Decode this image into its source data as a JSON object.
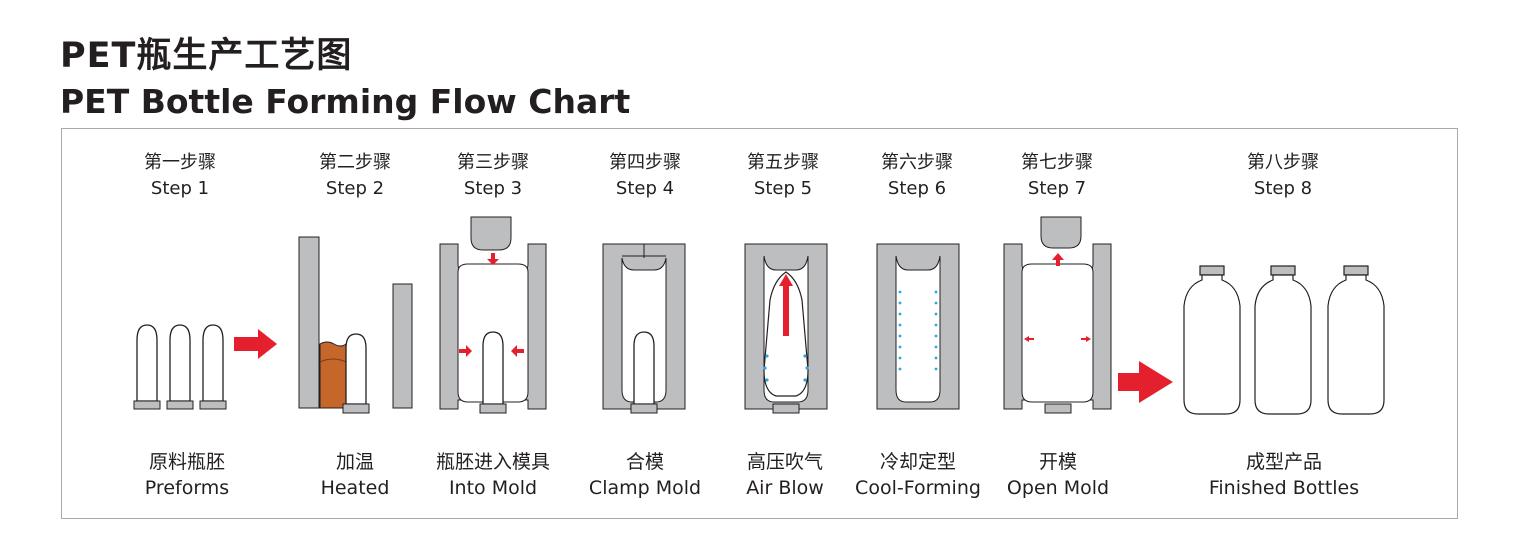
{
  "title": {
    "cn": "PET瓶生产工艺图",
    "en": "PET Bottle Forming Flow Chart"
  },
  "steps": [
    {
      "cn": "第一步骤",
      "en": "Step 1",
      "caption_cn": "原料瓶胚",
      "caption_en": "Preforms"
    },
    {
      "cn": "第二步骤",
      "en": "Step 2",
      "caption_cn": "加温",
      "caption_en": "Heated"
    },
    {
      "cn": "第三步骤",
      "en": "Step 3",
      "caption_cn": "瓶胚进入模具",
      "caption_en": "Into Mold"
    },
    {
      "cn": "第四步骤",
      "en": "Step 4",
      "caption_cn": "合模",
      "caption_en": "Clamp Mold"
    },
    {
      "cn": "第五步骤",
      "en": "Step 5",
      "caption_cn": "高压吹气",
      "caption_en": "Air Blow"
    },
    {
      "cn": "第六步骤",
      "en": "Step 6",
      "caption_cn": "冷却定型",
      "caption_en": "Cool-Forming"
    },
    {
      "cn": "第七步骤",
      "en": "Step 7",
      "caption_cn": "开模",
      "caption_en": "Open Mold"
    },
    {
      "cn": "第八步骤",
      "en": "Step 8",
      "caption_cn": "成型产品",
      "caption_en": "Finished Bottles"
    }
  ],
  "colors": {
    "mold": "#bcbec0",
    "outline": "#231f20",
    "arrow": "#e5202e",
    "heated": "#c5662b",
    "coolant": "#27aae1"
  }
}
